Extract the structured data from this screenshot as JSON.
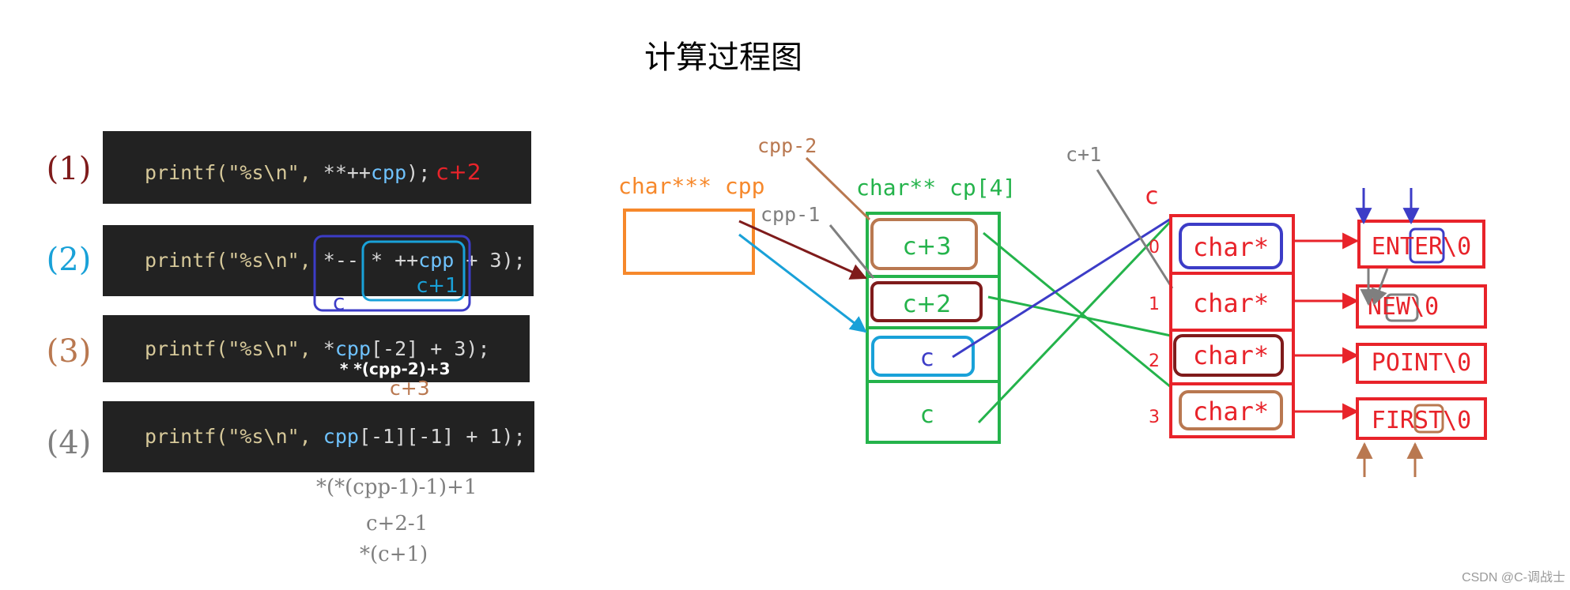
{
  "title": "计算过程图",
  "colors": {
    "dark_red": "#7f1b1b",
    "cyan": "#19a1d8",
    "brown": "#b97850",
    "gray": "#7f7f7f",
    "orange": "#f6882b",
    "green": "#24b34b",
    "red": "#e8232a",
    "blue": "#3c3cc7",
    "code_bg": "#222222"
  },
  "code_lines": [
    {
      "label": "(1)",
      "prefix": "printf(\"%s\\n\", ",
      "expr_a": "**++",
      "expr_b": "cpp",
      "expr_c": ");",
      "annotation": "c+2"
    },
    {
      "label": "(2)",
      "prefix": "printf(\"%s\\n\", ",
      "expr_a": "*-- * ++",
      "expr_b": "cpp",
      "expr_c": " + 3);",
      "annotation_outer": "c",
      "annotation_inner": "c+1"
    },
    {
      "label": "(3)",
      "prefix": "printf(\"%s\\n\", ",
      "expr_a": "*",
      "expr_b": "cpp",
      "expr_c": "[-2] + 3);",
      "annotation_white": "* *(cpp-2)+3",
      "annotation": "c+3"
    },
    {
      "label": "(4)",
      "prefix": "printf(\"%s\\n\", ",
      "expr_a": "",
      "expr_b": "cpp",
      "expr_c": "[-1][-1] + 1);",
      "steps": [
        "*(*(cpp-1)-1)+1",
        "c+2-1",
        "*(c+1)"
      ]
    }
  ],
  "diagram": {
    "cpp_label": "char*** cpp",
    "cpp_minus2": "cpp-2",
    "cpp_minus1": "cpp-1",
    "cp_label": "char** cp[4]",
    "cp_cells": [
      "c+3",
      "c+2",
      "c",
      "c"
    ],
    "c_plus1": "c+1",
    "c_label": "c",
    "c_indices": [
      "0",
      "1",
      "2",
      "3"
    ],
    "c_cells": [
      "char*",
      "char*",
      "char*",
      "char*"
    ],
    "strings": [
      "ENTER\\0",
      "NEW\\0",
      "POINT\\0",
      "FIRST\\0"
    ]
  },
  "watermark": "CSDN @C-调战士"
}
